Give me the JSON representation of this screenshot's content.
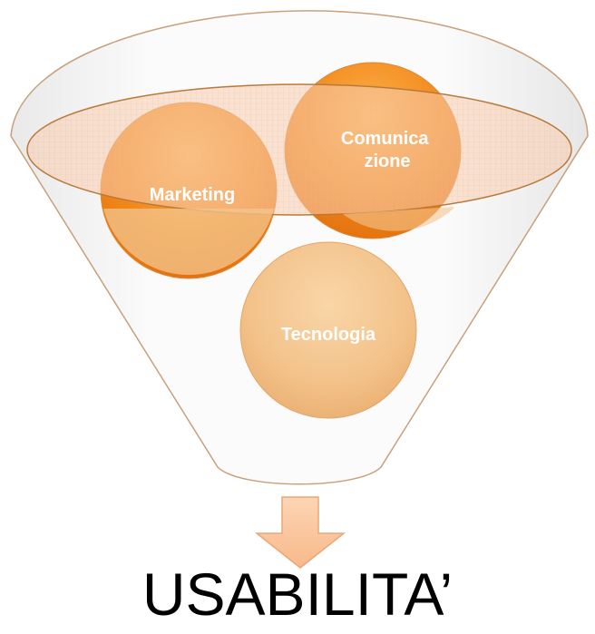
{
  "diagram": {
    "type": "funnel",
    "inputs": [
      {
        "label_lines": [
          "Marketing"
        ]
      },
      {
        "label_lines": [
          "Comunica",
          "zione"
        ]
      },
      {
        "label_lines": [
          "Tecnologia"
        ]
      }
    ],
    "outcome": "USABILITA’",
    "colors": {
      "funnel_stroke": "#c9a07a",
      "rim_fill": "#f6c9a8",
      "rim_stroke": "#b87a3c",
      "circle_orange": "#f28a1c",
      "circle_light": "#f4c28a",
      "arrow_fill": "#fbc79e",
      "arrow_stroke": "#e8a878"
    }
  }
}
